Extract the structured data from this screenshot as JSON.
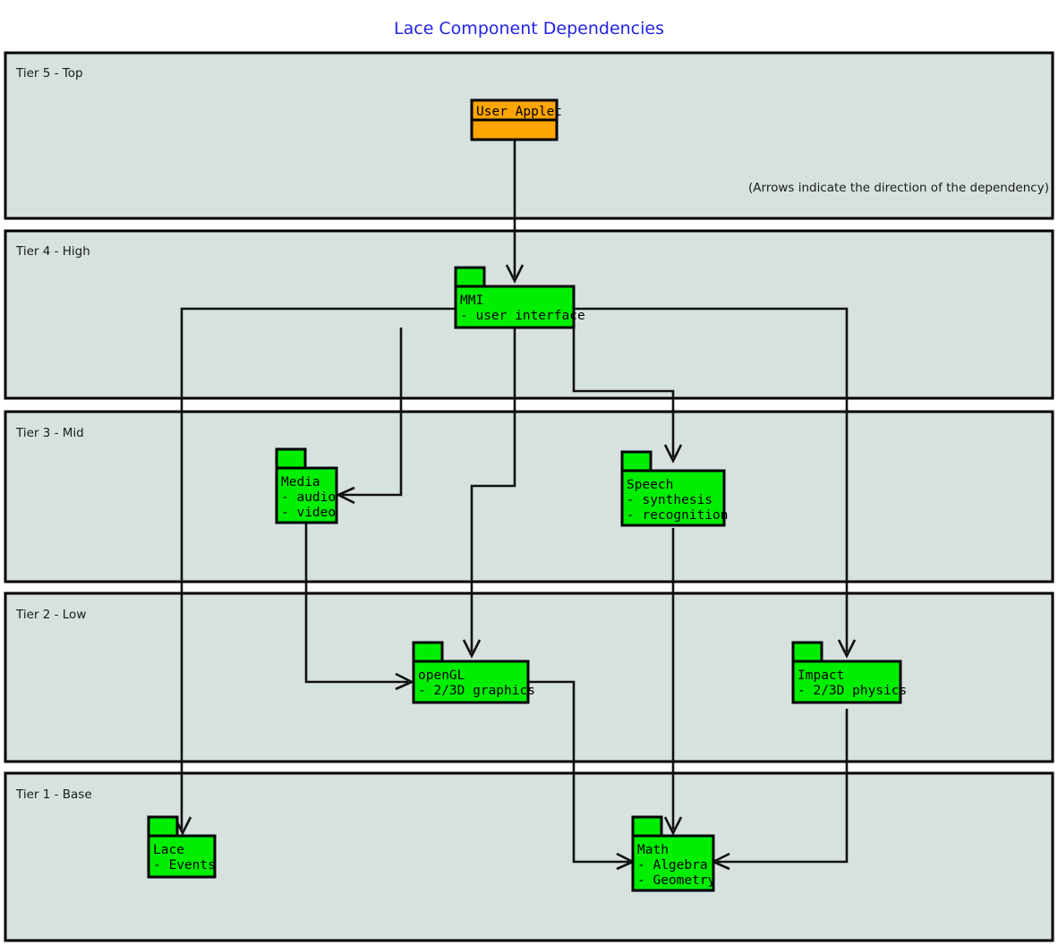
{
  "title": "Lace Component Dependencies",
  "note": "(Arrows indicate the direction of the dependency)",
  "colors": {
    "title": "#2222ee",
    "tier_fill": "#d7e2e0",
    "tier_stroke": "#000000",
    "package_green": "#00ee00",
    "package_orange": "#ffa500",
    "connector": "#111111"
  },
  "tiers": [
    {
      "id": "tier5",
      "label": "Tier 5 - Top"
    },
    {
      "id": "tier4",
      "label": "Tier 4 - High"
    },
    {
      "id": "tier3",
      "label": "Tier 3 - Mid"
    },
    {
      "id": "tier2",
      "label": "Tier 2 - Low"
    },
    {
      "id": "tier1",
      "label": "Tier 1 - Base"
    }
  ],
  "packages": [
    {
      "id": "user-applet",
      "tier": "tier5",
      "color": "#ffa500",
      "title": "User Applet",
      "lines": []
    },
    {
      "id": "mmi",
      "tier": "tier4",
      "color": "#00ee00",
      "title": "MMI",
      "lines": [
        "- user interface"
      ]
    },
    {
      "id": "media",
      "tier": "tier3",
      "color": "#00ee00",
      "title": "Media",
      "lines": [
        "- audio",
        "- video"
      ]
    },
    {
      "id": "speech",
      "tier": "tier3",
      "color": "#00ee00",
      "title": "Speech",
      "lines": [
        "- synthesis",
        "- recognition"
      ]
    },
    {
      "id": "opengl",
      "tier": "tier2",
      "color": "#00ee00",
      "title": "openGL",
      "lines": [
        "- 2/3D graphics"
      ]
    },
    {
      "id": "impact",
      "tier": "tier2",
      "color": "#00ee00",
      "title": "Impact",
      "lines": [
        "- 2/3D physics"
      ]
    },
    {
      "id": "lace",
      "tier": "tier1",
      "color": "#00ee00",
      "title": "Lace",
      "lines": [
        "- Events"
      ]
    },
    {
      "id": "math",
      "tier": "tier1",
      "color": "#00ee00",
      "title": "Math",
      "lines": [
        "- Algebra",
        "- Geometry"
      ]
    }
  ],
  "dependencies": [
    {
      "from": "user-applet",
      "to": "mmi"
    },
    {
      "from": "mmi",
      "to": "media"
    },
    {
      "from": "mmi",
      "to": "speech"
    },
    {
      "from": "mmi",
      "to": "opengl"
    },
    {
      "from": "mmi",
      "to": "impact"
    },
    {
      "from": "mmi",
      "to": "lace"
    },
    {
      "from": "media",
      "to": "opengl"
    },
    {
      "from": "speech",
      "to": "math"
    },
    {
      "from": "opengl",
      "to": "math"
    },
    {
      "from": "impact",
      "to": "math"
    }
  ]
}
